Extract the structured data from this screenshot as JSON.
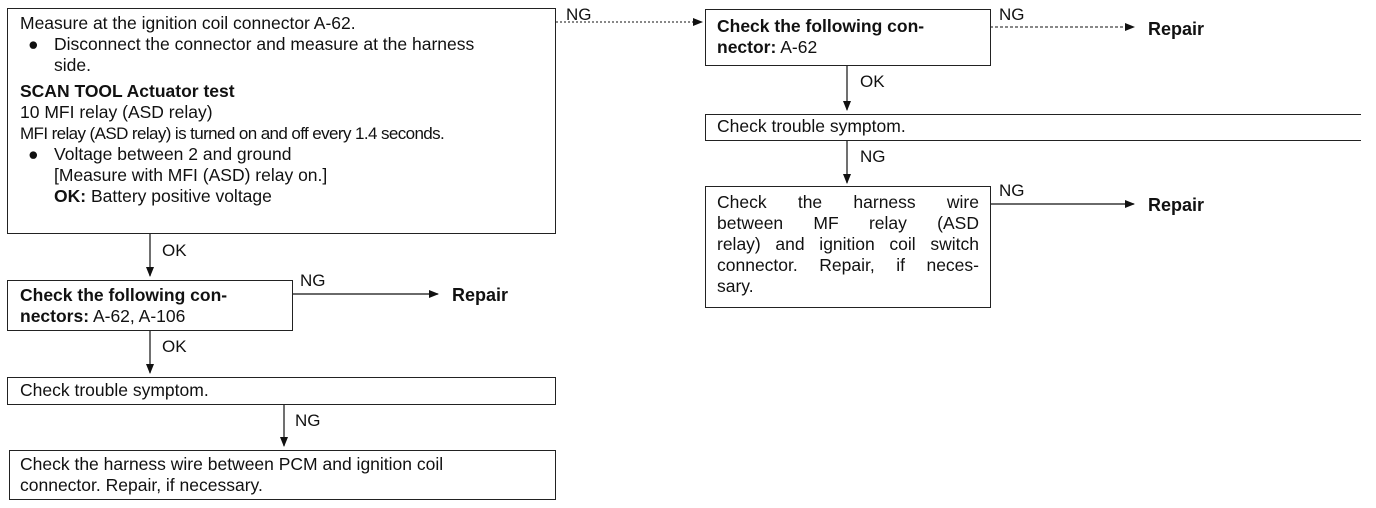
{
  "box1": {
    "line1": "Measure at the ignition coil connector A-62.",
    "bullet_glyph": "●",
    "bullet1_a": "Disconnect the connector and measure at the harness",
    "bullet1_b": "side.",
    "scan_title": "SCAN TOOL Actuator test",
    "scan_line1": "10 MFI relay (ASD relay)",
    "scan_line2": "MFI relay (ASD relay) is turned on and off every 1.4 seconds.",
    "bullet2_a": "Voltage between 2 and ground",
    "bullet2_b": "[Measure with MFI (ASD) relay on.]",
    "ok_label": "OK:",
    "ok_value": "Battery positive voltage"
  },
  "box2": {
    "bold1": "Check the following con-",
    "bold2": "nectors:",
    "rest2": "A-62, A-106"
  },
  "box3": {
    "text": "Check trouble symptom."
  },
  "box4": {
    "text1": "Check the harness wire between PCM and ignition coil",
    "text2": "connector. Repair, if necessary."
  },
  "box5": {
    "bold1": "Check the following con-",
    "bold2": "nector:",
    "rest2": "A-62"
  },
  "box6": {
    "text": "Check trouble symptom."
  },
  "box7": {
    "line1": "Check the harness wire",
    "line2": "between MF relay (ASD",
    "line3": "relay) and ignition coil switch",
    "line4": "connector. Repair, if neces-",
    "line5": "sary."
  },
  "labels": {
    "ok_1": "OK",
    "ng_2": "NG",
    "repair_2": "Repair",
    "ok_2": "OK",
    "ng_3": "NG",
    "ng_1": "NG",
    "ng_5": "NG",
    "repair_5": "Repair",
    "ok_5": "OK",
    "ng_6": "NG",
    "ng_7": "NG",
    "repair_7": "Repair"
  }
}
